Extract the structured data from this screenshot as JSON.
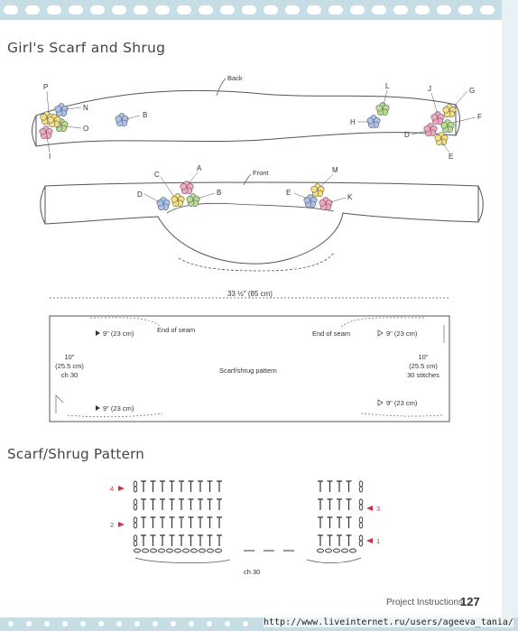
{
  "page": {
    "title": "Girl's Scarf and Shrug",
    "section_title": "Scarf/Shrug Pattern",
    "footer_label": "Project Instructions",
    "page_number": "127",
    "url_credit": "http://www.liveinternet.ru/users/ageeva_tania/"
  },
  "back_view": {
    "label": "Back",
    "flower_letters": [
      "P",
      "N",
      "O",
      "I",
      "B",
      "L",
      "H",
      "J",
      "G",
      "F",
      "D",
      "E"
    ]
  },
  "front_view": {
    "label": "Front",
    "flower_letters": [
      "A",
      "C",
      "D",
      "B",
      "M",
      "E",
      "K"
    ]
  },
  "schematic": {
    "total_width": "33 ½\" (85 cm)",
    "top_left_measure": "9\" (23 cm)",
    "top_right_measure": "9\" (23 cm)",
    "bottom_left_measure": "9\" (23 cm)",
    "bottom_right_measure": "9\" (23 cm)",
    "end_of_seam_left": "End of seam",
    "end_of_seam_right": "End of seam",
    "center_label": "Scarf/shrug pattern",
    "left_height": [
      "10\"",
      "(25.5 cm)",
      "ch 30"
    ],
    "right_height": [
      "10\"",
      "(25.5 cm)",
      "30 stitches"
    ]
  },
  "stitch_chart": {
    "row_labels_left": [
      "4",
      "2"
    ],
    "row_labels_right": [
      "3",
      "1"
    ],
    "chain_label": "ch 30"
  },
  "colors": {
    "border_blue": "#c7dde5",
    "row_number_red": "#cc3344",
    "flower_yellow": "#f4d23c",
    "flower_pink": "#f07aa0",
    "flower_blue": "#6b8ed6",
    "flower_green": "#9bcf6a"
  }
}
